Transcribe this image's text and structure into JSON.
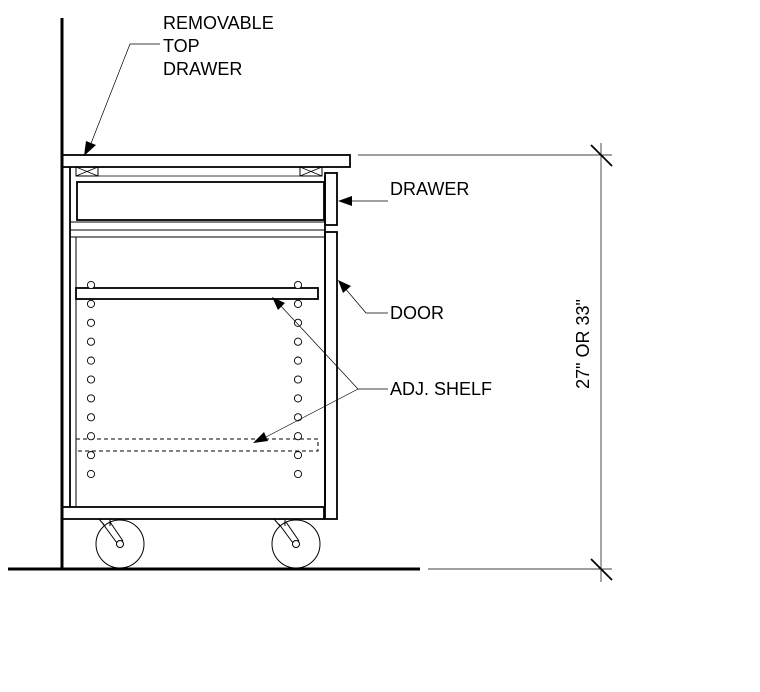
{
  "labels": {
    "removable_top_drawer": [
      "REMOVABLE",
      "TOP",
      "DRAWER"
    ],
    "drawer": "DRAWER",
    "door": "DOOR",
    "adj_shelf": "ADJ. SHELF",
    "height_dimension": "27\" OR 33\""
  },
  "shelf_pin_holes_per_column": 11,
  "colors": {
    "line": "#000000",
    "background": "#ffffff"
  }
}
